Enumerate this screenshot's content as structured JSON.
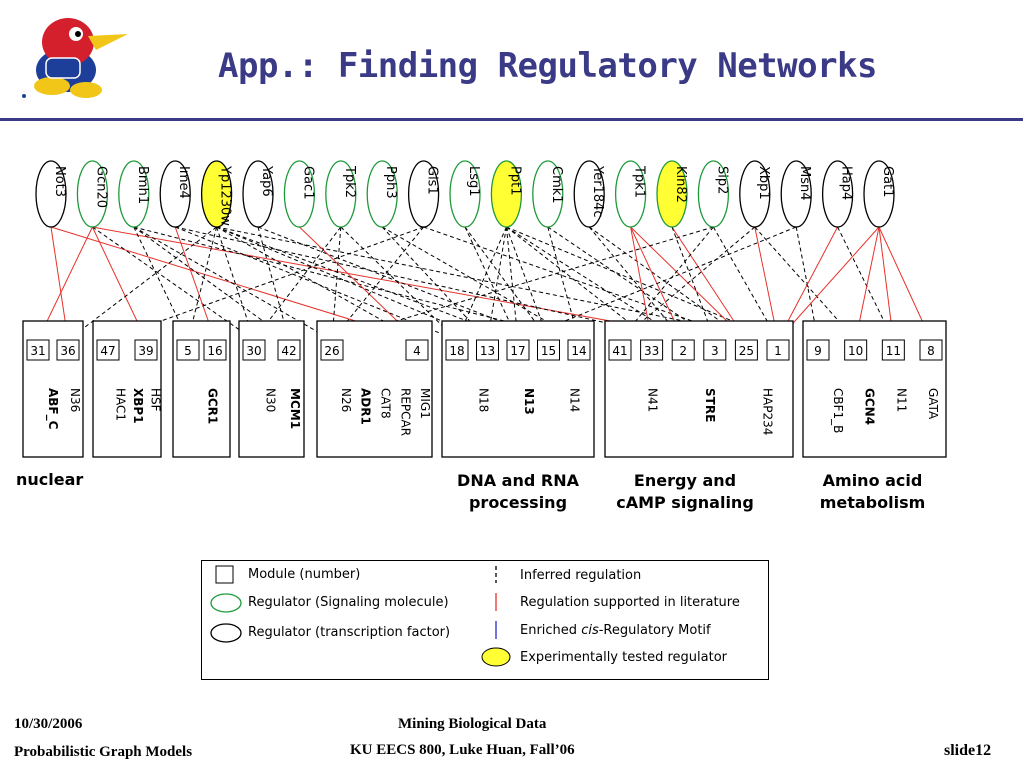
{
  "title": "App.: Finding Regulatory Networks",
  "colors": {
    "title": "#3a3a86",
    "signaling_outline": "#1f9a3a",
    "tf_outline": "#000000",
    "tested_fill": "#ffff33",
    "literature_edge": "#e8312a",
    "motif_edge": "#2a2ad0",
    "inferred_edge": "#000000"
  },
  "regulators": [
    {
      "label": "Not3",
      "kind": "tf",
      "tested": false
    },
    {
      "label": "Gcn20",
      "kind": "signal",
      "tested": false
    },
    {
      "label": "Bmh1",
      "kind": "signal",
      "tested": false
    },
    {
      "label": "Ime4",
      "kind": "tf",
      "tested": false
    },
    {
      "label": "Yp1230w",
      "kind": "tf",
      "tested": true
    },
    {
      "label": "Yap6",
      "kind": "tf",
      "tested": false
    },
    {
      "label": "Gac1",
      "kind": "signal",
      "tested": false
    },
    {
      "label": "Tpk2",
      "kind": "signal",
      "tested": false
    },
    {
      "label": "Pph3",
      "kind": "signal",
      "tested": false
    },
    {
      "label": "Gis1",
      "kind": "tf",
      "tested": false
    },
    {
      "label": "Lsg1",
      "kind": "signal",
      "tested": false
    },
    {
      "label": "Ppt1",
      "kind": "signal",
      "tested": true
    },
    {
      "label": "Cmk1",
      "kind": "signal",
      "tested": false
    },
    {
      "label": "Yer184c",
      "kind": "tf",
      "tested": false
    },
    {
      "label": "Tpk1",
      "kind": "signal",
      "tested": false
    },
    {
      "label": "Kin82",
      "kind": "signal",
      "tested": true
    },
    {
      "label": "Sip2",
      "kind": "signal",
      "tested": false
    },
    {
      "label": "Xbp1",
      "kind": "tf",
      "tested": false
    },
    {
      "label": "Msn4",
      "kind": "tf",
      "tested": false
    },
    {
      "label": "Hap4",
      "kind": "tf",
      "tested": false
    },
    {
      "label": "Gat1",
      "kind": "tf",
      "tested": false
    }
  ],
  "clusters": [
    {
      "modules": [
        "31",
        "36"
      ],
      "motifs": [
        {
          "label": "ABF_C",
          "bold": true
        },
        {
          "label": "N36",
          "bold": false
        }
      ]
    },
    {
      "modules": [
        "47",
        "39"
      ],
      "motifs": [
        {
          "label": "HAC1",
          "bold": false
        },
        {
          "label": "XBP1",
          "bold": true
        },
        {
          "label": "HSF",
          "bold": false
        }
      ]
    },
    {
      "modules": [
        "5",
        "16"
      ],
      "motifs": [
        {
          "label": "GCR1",
          "bold": true
        }
      ]
    },
    {
      "modules": [
        "30",
        "42"
      ],
      "motifs": [
        {
          "label": "N30",
          "bold": false
        },
        {
          "label": "MCM1",
          "bold": true
        }
      ]
    },
    {
      "modules": [
        "26",
        "4"
      ],
      "motifs": [
        {
          "label": "N26",
          "bold": false
        },
        {
          "label": "ADR1",
          "bold": true
        },
        {
          "label": "CAT8",
          "bold": false
        },
        {
          "label": "REPCAR",
          "bold": false
        },
        {
          "label": "MIG1",
          "bold": false
        }
      ]
    },
    {
      "modules": [
        "18",
        "13",
        "17",
        "15",
        "14"
      ],
      "motifs": [
        {
          "label": "N18",
          "bold": false
        },
        {
          "label": "N13",
          "bold": true
        },
        {
          "label": "N14",
          "bold": false
        }
      ]
    },
    {
      "modules": [
        "41",
        "33",
        "2",
        "3",
        "25",
        "1"
      ],
      "motifs": [
        {
          "label": "N41",
          "bold": false
        },
        {
          "label": "STRE",
          "bold": true
        },
        {
          "label": "HAP234",
          "bold": false
        }
      ]
    },
    {
      "modules": [
        "9",
        "10",
        "11",
        "8"
      ],
      "motifs": [
        {
          "label": "CBF1_B",
          "bold": false
        },
        {
          "label": "GCN4",
          "bold": true
        },
        {
          "label": "N11",
          "bold": false
        },
        {
          "label": "GATA",
          "bold": false
        }
      ]
    }
  ],
  "groups": {
    "nuclear": "nuclear",
    "dna_line1": "DNA and RNA",
    "dna_line2": "processing",
    "energy_line1": "Energy and",
    "energy_line2": "cAMP signaling",
    "amino_line1": "Amino acid",
    "amino_line2": "metabolism"
  },
  "legend": {
    "module": "Module (number)",
    "signal_reg": "Regulator (Signaling molecule)",
    "tf_reg": "Regulator (transcription factor)",
    "inferred": "Inferred regulation",
    "literature": "Regulation supported in literature",
    "motif_prefix": "Enriched ",
    "motif_italic": "cis",
    "motif_suffix": "-Regulatory Motif",
    "tested": "Experimentally tested regulator"
  },
  "footer": {
    "date": "10/30/2006",
    "course_left": "Probabilistic Graph Models",
    "center1": "Mining Biological Data",
    "center2": "KU EECS 800, Luke Huan, Fall’06",
    "slide": "slide12"
  }
}
